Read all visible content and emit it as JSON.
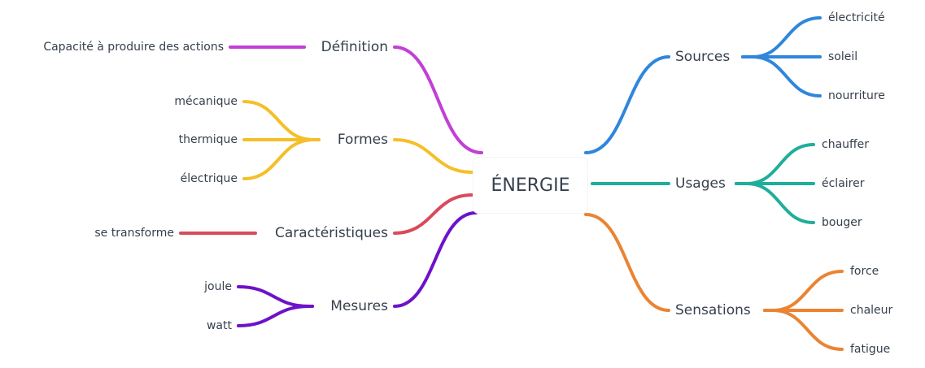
{
  "root": {
    "label": "ÉNERGIE"
  },
  "branches": [
    {
      "id": "definition",
      "label": "Définition",
      "side": "left",
      "color": "#c23fd6",
      "children": [
        "Capacité à produire des actions"
      ]
    },
    {
      "id": "formes",
      "label": "Formes",
      "side": "left",
      "color": "#f5bf29",
      "children": [
        "mécanique",
        "thermique",
        "électrique"
      ]
    },
    {
      "id": "caracteristiques",
      "label": "Caractéristiques",
      "side": "left",
      "color": "#d94a5c",
      "children": [
        "se transforme"
      ]
    },
    {
      "id": "mesures",
      "label": "Mesures",
      "side": "left",
      "color": "#6d12c9",
      "children": [
        "joule",
        "watt"
      ]
    },
    {
      "id": "sources",
      "label": "Sources",
      "side": "right",
      "color": "#2f86dc",
      "children": [
        "électricité",
        "soleil",
        "nourriture"
      ]
    },
    {
      "id": "usages",
      "label": "Usages",
      "side": "right",
      "color": "#1fae9a",
      "children": [
        "chauffer",
        "éclairer",
        "bouger"
      ]
    },
    {
      "id": "sensations",
      "label": "Sensations",
      "side": "right",
      "color": "#ea8433",
      "children": [
        "force",
        "chaleur",
        "fatigue"
      ]
    }
  ]
}
